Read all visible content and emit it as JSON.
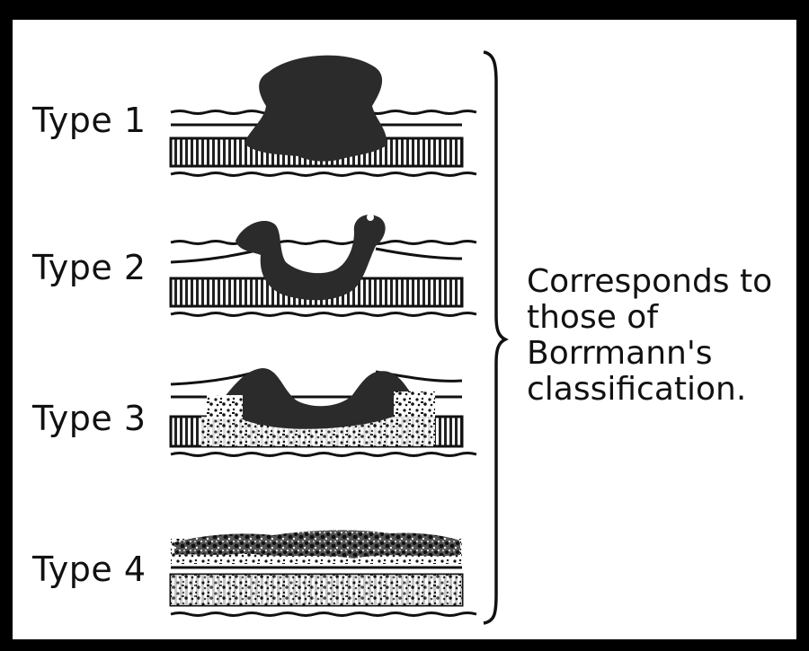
{
  "types": [
    {
      "label": "Type 1"
    },
    {
      "label": "Type 2"
    },
    {
      "label": "Type 3"
    },
    {
      "label": "Type 4"
    }
  ],
  "note_lines": [
    "Corresponds to",
    "those of",
    "Borrmann's",
    "classification."
  ],
  "colors": {
    "background": "#ffffff",
    "frame": "#000000",
    "ink": "#111111"
  }
}
